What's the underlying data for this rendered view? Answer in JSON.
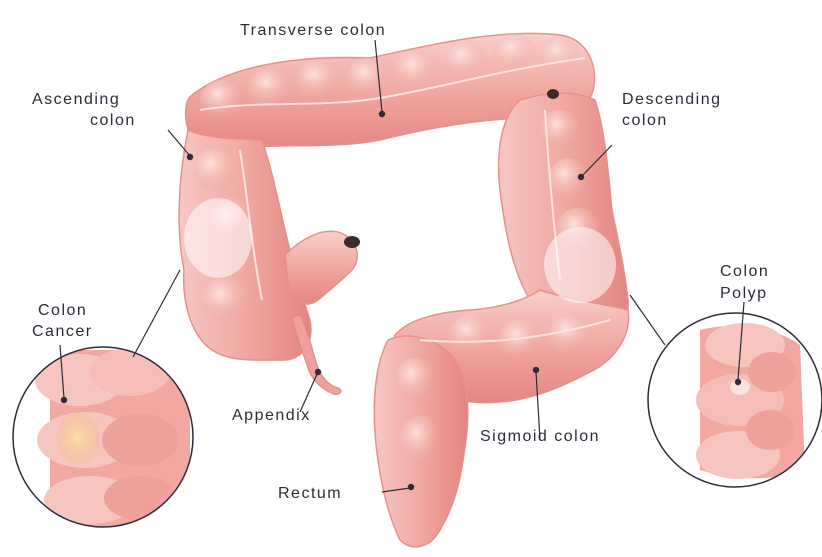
{
  "labels": {
    "transverse_colon": "Transverse colon",
    "ascending_colon_line1": "Ascending",
    "ascending_colon_line2": "colon",
    "descending_colon_line1": "Descending",
    "descending_colon_line2": "colon",
    "colon_cancer_line1": "Colon",
    "colon_cancer_line2": "Cancer",
    "colon_polyp_line1": "Colon",
    "colon_polyp_line2": "Polyp",
    "appendix": "Appendix",
    "sigmoid_colon": "Sigmoid colon",
    "rectum": "Rectum"
  },
  "colors": {
    "tissue_light": "#f7c9c4",
    "tissue_mid": "#ef9e98",
    "tissue_dark": "#d9716d",
    "cancer_spot": "#f3d08a",
    "ink": "#2b2b3a"
  }
}
